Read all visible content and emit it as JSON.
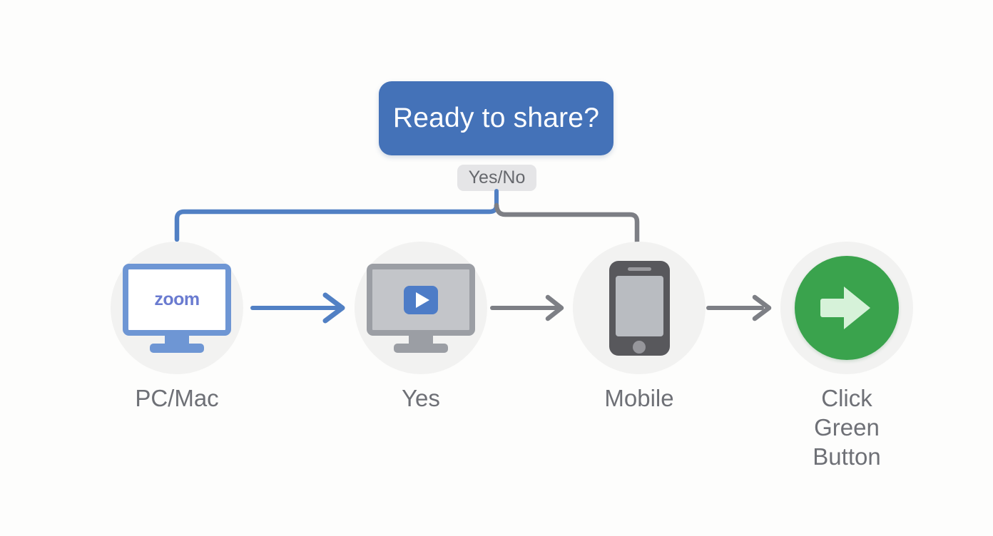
{
  "diagram": {
    "title_box": {
      "text": "Ready to share?",
      "color": "#4472b8",
      "text_color": "#ffffff"
    },
    "branch_badge": {
      "text": "Yes/No",
      "color": "#e5e5e7",
      "text_color": "#66686d"
    },
    "background_color": "#fdfdfc",
    "branches": [
      {
        "name": "yes-branch-left",
        "color": "#5180c4",
        "target": "PC/Mac"
      },
      {
        "name": "no-branch-right",
        "color": "#7d7f85",
        "target": "Mobile"
      }
    ],
    "nodes": [
      {
        "id": "pc-mac",
        "label": "PC/Mac",
        "icon": "zoom-monitor-icon",
        "icon_screen_text": "zoom",
        "icon_color": "#6e96d4",
        "circle_color": "#f2f2f1"
      },
      {
        "id": "yes",
        "label": "Yes",
        "icon": "video-share-monitor-icon",
        "icon_color": "#9b9ea4",
        "accent_color": "#4d7cc7",
        "circle_color": "#f2f2f1"
      },
      {
        "id": "mobile",
        "label": "Mobile",
        "icon": "smartphone-icon",
        "icon_color": "#58585c",
        "circle_color": "#f2f2f1"
      },
      {
        "id": "click-green-button",
        "label": "Click\nGreen Button",
        "icon": "green-arrow-button-icon",
        "icon_color": "#3aa34d",
        "accent_color": "#d6f2d9",
        "circle_color": "#f2f2f1"
      }
    ],
    "arrows": [
      {
        "name": "arrow-pcmac-to-yes",
        "color": "#5180c4"
      },
      {
        "name": "arrow-yes-to-mobile",
        "color": "#7d7f85"
      },
      {
        "name": "arrow-mobile-to-click",
        "color": "#7d7f85"
      }
    ]
  }
}
